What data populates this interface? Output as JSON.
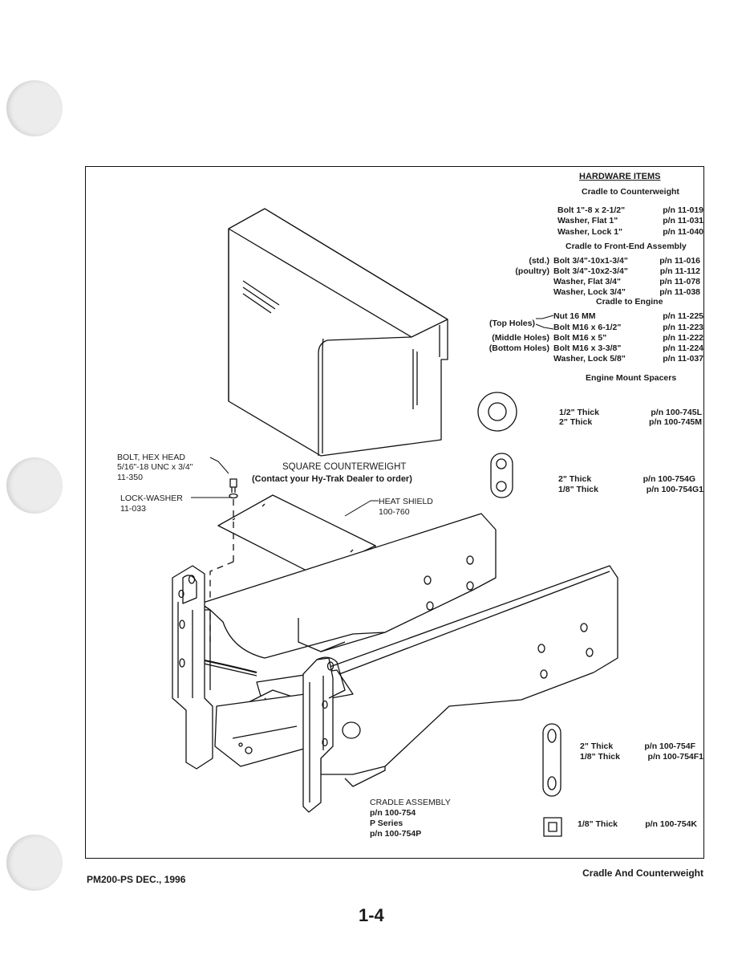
{
  "hardware": {
    "title": "HARDWARE ITEMS",
    "groups": [
      {
        "heading": "Cradle to Counterweight",
        "items": [
          {
            "prefix": "",
            "desc": "Bolt 1\"-8 x 2-1/2\"",
            "pn": "p/n 11-019"
          },
          {
            "prefix": "",
            "desc": "Washer, Flat 1\"",
            "pn": "p/n 11-031"
          },
          {
            "prefix": "",
            "desc": "Washer, Lock 1\"",
            "pn": "p/n 11-040"
          }
        ]
      },
      {
        "heading": "Cradle to Front-End Assembly",
        "items": [
          {
            "prefix": "(std.)",
            "desc": "Bolt 3/4\"-10x1-3/4\"",
            "pn": "p/n 11-016"
          },
          {
            "prefix": "(poultry)",
            "desc": "Bolt 3/4\"-10x2-3/4\"",
            "pn": "p/n 11-112"
          },
          {
            "prefix": "",
            "desc": "Washer, Flat 3/4\"",
            "pn": "p/n 11-078"
          },
          {
            "prefix": "",
            "desc": "Washer, Lock 3/4\"",
            "pn": "p/n 11-038"
          }
        ]
      },
      {
        "heading": "Cradle to Engine",
        "items": [
          {
            "prefix": "",
            "desc": "Nut 16 MM",
            "pn": "p/n 11-225"
          },
          {
            "prefix": "",
            "desc": "Bolt M16 x 6-1/2\"",
            "pn": "p/n 11-223"
          },
          {
            "prefix": "(Middle Holes)",
            "desc": "Bolt M16 x 5\"",
            "pn": "p/n 11-222"
          },
          {
            "prefix": "(Bottom Holes)",
            "desc": "Bolt M16 x 3-3/8\"",
            "pn": "p/n 11-224"
          },
          {
            "prefix": "",
            "desc": "Washer, Lock 5/8\"",
            "pn": "p/n 11-037"
          }
        ],
        "bracket_label": "(Top Holes)"
      }
    ]
  },
  "spacers": {
    "heading": "Engine Mount Spacers",
    "sets": [
      {
        "icon": "round-washer-icon",
        "rows": [
          {
            "desc": "1/2\" Thick",
            "pn": "p/n 100-745L"
          },
          {
            "desc": "2\" Thick",
            "pn": "p/n 100-745M"
          }
        ]
      },
      {
        "icon": "double-hole-spacer-icon",
        "rows": [
          {
            "desc": "2\" Thick",
            "pn": "p/n 100-754G"
          },
          {
            "desc": "1/8\" Thick",
            "pn": "p/n 100-754G1"
          }
        ]
      },
      {
        "icon": "long-spacer-icon",
        "rows": [
          {
            "desc": "2\" Thick",
            "pn": "p/n 100-754F"
          },
          {
            "desc": "1/8\" Thick",
            "pn": "p/n 100-754F1"
          }
        ]
      },
      {
        "icon": "square-spacer-icon",
        "rows": [
          {
            "desc": "1/8\" Thick",
            "pn": "p/n 100-754K"
          }
        ]
      }
    ]
  },
  "callouts": {
    "bolt": [
      "BOLT, HEX HEAD",
      "5/16\"-18 UNC x 3/4\"",
      "11-350"
    ],
    "lockwasher": [
      "LOCK-WASHER",
      "11-033"
    ],
    "counterweight": [
      "SQUARE COUNTERWEIGHT",
      "(Contact your Hy-Trak Dealer to order)"
    ],
    "heatshield": [
      "HEAT SHIELD",
      "100-760"
    ],
    "cradle": [
      "CRADLE ASSEMBLY",
      "p/n 100-754",
      "P Series",
      "p/n 100-754P"
    ]
  },
  "footer": {
    "left": "PM200-PS DEC., 1996",
    "right": "Cradle And Counterweight",
    "page": "1-4"
  }
}
